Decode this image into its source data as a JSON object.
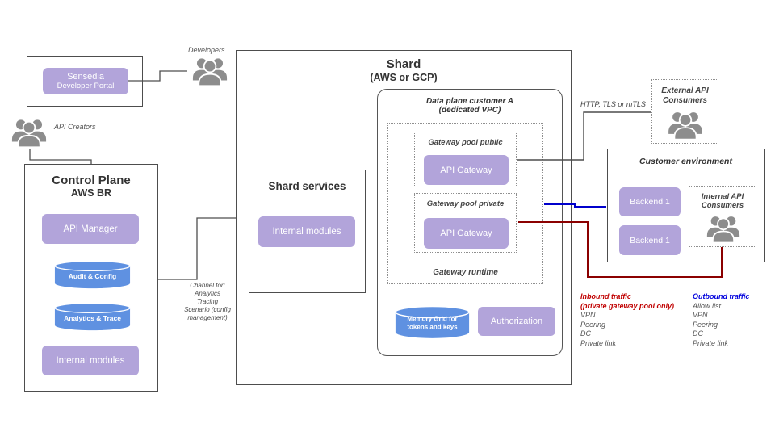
{
  "portal": {
    "line1": "Sensedia",
    "line2": "Developer Portal"
  },
  "actors": {
    "developers": "Developers",
    "api_creators": "API Creators",
    "external_line1": "External API",
    "external_line2": "Consumers",
    "internal_line1": "Internal API",
    "internal_line2": "Consumers"
  },
  "control_plane": {
    "title": "Control Plane",
    "subtitle": "AWS BR",
    "api_manager": "API Manager",
    "audit_config": "Audit & Config",
    "analytics_trace": "Analytics & Trace",
    "internal_modules": "Internal modules"
  },
  "channel_note": {
    "lines": [
      "Channel  for:",
      "Analytics",
      "Tracing",
      "Scenario (config",
      "management)"
    ]
  },
  "shard": {
    "title": "Shard",
    "subtitle": "(AWS or GCP)"
  },
  "shard_services": {
    "title": "Shard services",
    "internal_modules": "Internal modules"
  },
  "data_plane": {
    "title_line1": "Data plane customer A",
    "title_line2": "(dedicated VPC)",
    "pool_public_title": "Gateway pool public",
    "pool_public_gateway": "API Gateway",
    "pool_private_title": "Gateway pool private",
    "pool_private_gateway": "API Gateway",
    "runtime_label": "Gateway runtime",
    "memory_grid_line1": "Memory Grid for",
    "memory_grid_line2": "tokens and keys",
    "authorization": "Authorization"
  },
  "labels": {
    "http_tls": "HTTP, TLS or mTLS"
  },
  "customer_env": {
    "title": "Customer environment",
    "backend1": "Backend 1",
    "backend2": "Backend 1"
  },
  "traffic": {
    "inbound": {
      "title_line1": "Inbound traffic",
      "title_line2": "(private gateway pool only)",
      "items": [
        "VPN",
        "Peering",
        "DC",
        "Private link"
      ]
    },
    "outbound": {
      "title": "Outbound traffic",
      "items": [
        "Allow list",
        "VPN",
        "Peering",
        "DC",
        "Private link"
      ]
    }
  },
  "icons": {
    "developers": "people-group-icon",
    "api_creators": "people-group-icon",
    "external_consumers": "people-group-icon",
    "internal_consumers": "people-group-icon",
    "audit_config": "database-cylinder",
    "analytics_trace": "database-cylinder",
    "memory_grid": "database-cylinder"
  },
  "colors": {
    "module_purple": "#b2a4da",
    "cylinder_blue": "#5f91e1",
    "inbound_red_text": "#c00000",
    "outbound_blue_text": "#0000dd",
    "inbound_line_red": "#8b0000",
    "outbound_line_blue": "#0000cc",
    "icon_gray": "#8d8d8d",
    "border_gray": "#4d4d4d"
  }
}
